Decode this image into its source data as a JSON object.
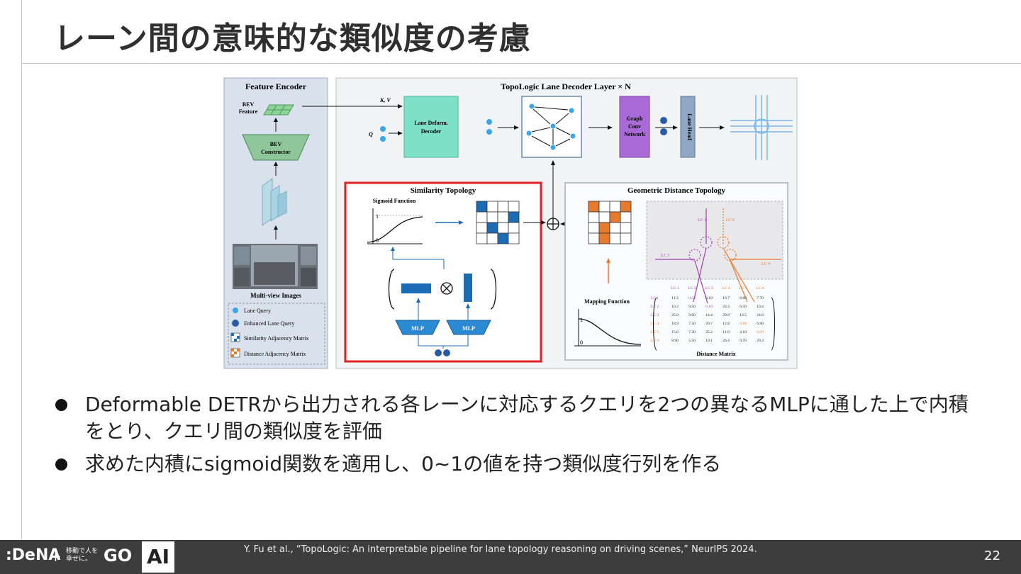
{
  "slide": {
    "title": "レーン間の意味的な類似度の考慮",
    "page_number": "22",
    "citation": "Y. Fu et al., “TopoLogic: An interpretable pipeline for lane topology reasoning on driving scenes,” NeurIPS 2024."
  },
  "bullets": [
    "Deformable DETRから出力される各レーンに対応するクエリを2つの異なるMLPに通した上で内積をとり、クエリ間の類似度を評価",
    "求めた内積にsigmoid関数を適用し、0~1の値を持つ類似度行列を作る"
  ],
  "footer": {
    "logo_dena": ":DeNA",
    "logo_plus": "+",
    "logo_small": "移動で人を幸せに。",
    "logo_go": "GO",
    "logo_ai": "AI"
  },
  "figure": {
    "encoder_title": "Feature Encoder",
    "bev_feature": [
      "BEV",
      "Feature"
    ],
    "bev_constructor": [
      "BEV",
      "Constructor"
    ],
    "multiview_label": "Multi-view Images",
    "legend": [
      "Lane Query",
      "Enhanced Lane Query",
      "Similarity Adjacency Matrix",
      "Distance Adjacency Matrix"
    ],
    "decoder_title": "TopoLogic Lane Decoder Layer × N",
    "kv_label": "K, V",
    "q_label": "Q",
    "lane_deform": [
      "Lane Deform.",
      "Decoder"
    ],
    "gcn": [
      "Graph",
      "Conv",
      "Network"
    ],
    "lane_head": "Lane Head",
    "similarity_title": "Similarity Topology",
    "sigmoid_label": "Sigmoid Function",
    "axis_one": "1",
    "axis_zero": "0",
    "mlp": "MLP",
    "geo_title": "Geometric Distance Topology",
    "mapping_label": "Mapping Function",
    "distance_matrix_label": "Distance Matrix",
    "lc_labels": [
      "LC 1",
      "LC 2",
      "LC 3",
      "LC 4",
      "LC 5",
      "LC 6"
    ],
    "distance_rows": [
      [
        "11.3",
        "0.54",
        "6.10",
        "16.7",
        "8.60",
        "7.70"
      ],
      [
        "10.2",
        "9.50",
        "0.10",
        "23.3",
        "6.50",
        "10.4"
      ],
      [
        "25.0",
        "9.60",
        "14.4",
        "29.9",
        "16.5",
        "24.6"
      ],
      [
        "18.9",
        "7.50",
        "20.7",
        "12.8",
        "0.16",
        "6.90"
      ],
      [
        "15.6",
        "7.30",
        "25.2",
        "11.0",
        "4.10",
        "0.09"
      ],
      [
        "8.90",
        "5.50",
        "19.1",
        "26.4",
        "9.70",
        "20.3"
      ]
    ],
    "colors": {
      "encoder_bg": "#d9e2ec",
      "deform_box": "#7fe0c8",
      "gcn_box": "#a76ad6",
      "head_box": "#8da7c4",
      "query_dot": "#3aa6e8",
      "enhanced_dot": "#2a5aa8",
      "sim_cell": "#1b6bb5",
      "dist_cell": "#e87a2e",
      "red_frame": "#e02020"
    }
  }
}
